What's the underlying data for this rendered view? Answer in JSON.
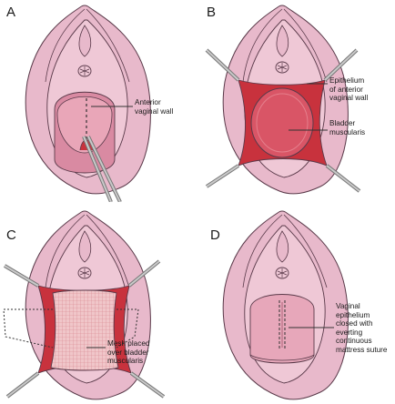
{
  "panels": [
    {
      "letter": "A",
      "labels": [
        {
          "text": "Anterior\nvaginal wall"
        }
      ]
    },
    {
      "letter": "B",
      "labels": [
        {
          "text": "Epithelium\nof anterior\nvaginal wall"
        },
        {
          "text": "Bladder\nmuscularis"
        }
      ]
    },
    {
      "letter": "C",
      "labels": [
        {
          "text": "Mesh placed\nover bladder\nmuscularis"
        }
      ]
    },
    {
      "letter": "D",
      "labels": [
        {
          "text": "Vaginal\nepithelium\nclosed with\neverting\ncontinuous\nmattress suture"
        }
      ]
    }
  ],
  "colors": {
    "outer_labia": "#e8b9cb",
    "inner_labia": "#efc8d6",
    "outline": "#5a3a4a",
    "dissection": "#c8323d",
    "bladder": "#d95566",
    "mesh": "#f0c6c9",
    "instrument": "#9a9a9a"
  }
}
